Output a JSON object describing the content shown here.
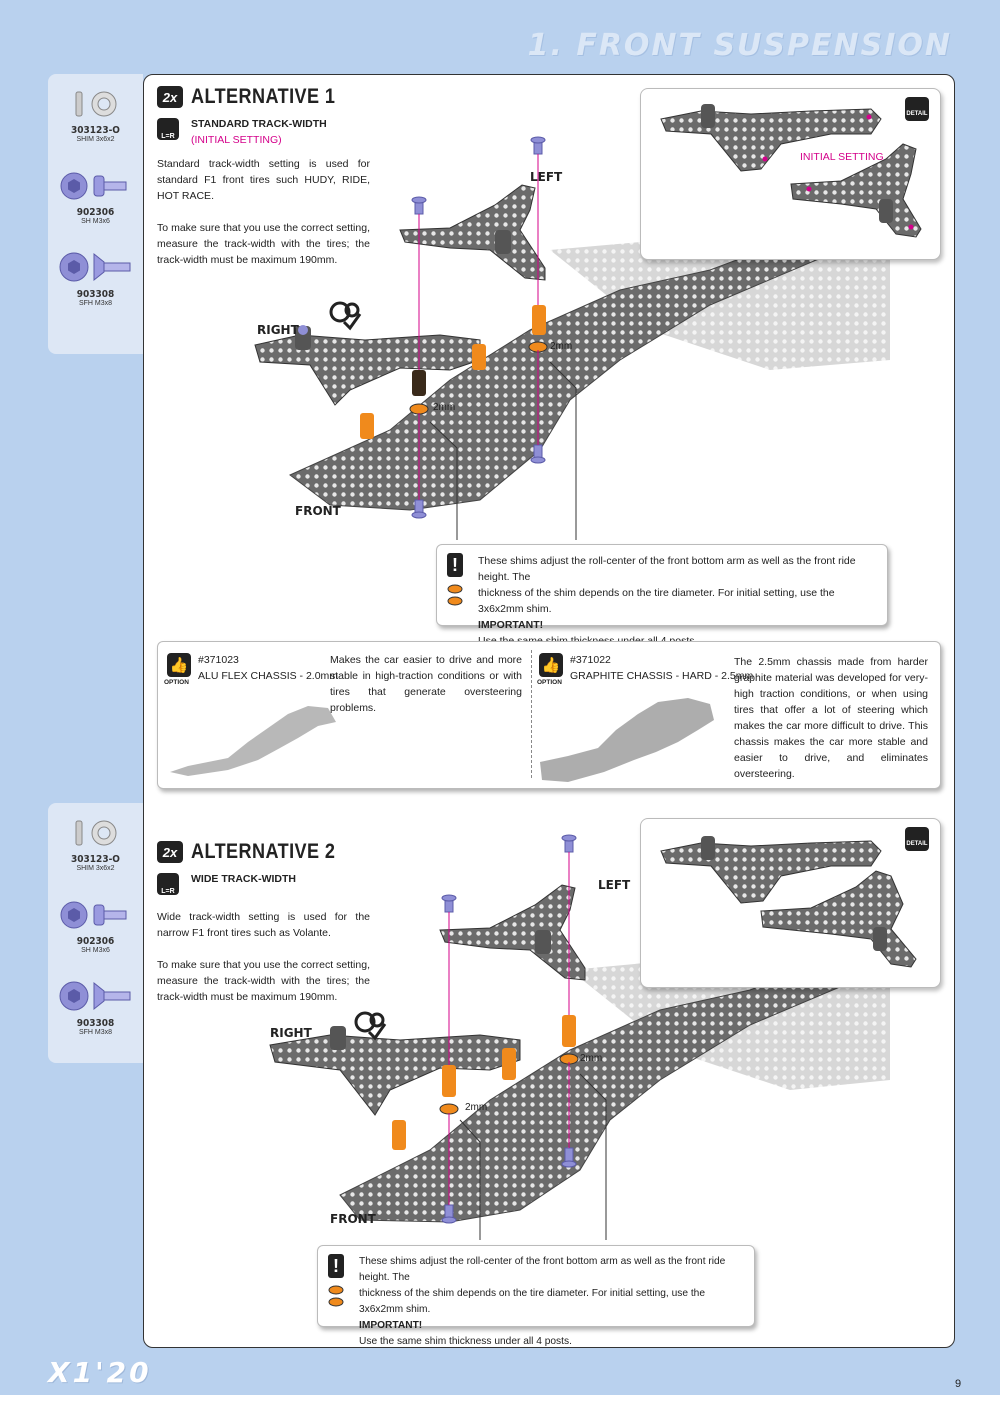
{
  "header": {
    "section_title": "1. FRONT SUSPENSION"
  },
  "sidebar": [
    {
      "code": "303123-O",
      "desc": "SHIM 3x6x2"
    },
    {
      "code": "902306",
      "desc": "SH M3x6"
    },
    {
      "code": "903308",
      "desc": "SFH M3x8"
    }
  ],
  "alt1": {
    "count": "2x",
    "title": "ALTERNATIVE 1",
    "lr": "L=R",
    "subtitle": "STANDARD TRACK-WIDTH",
    "subnote": "(INITIAL SETTING)",
    "para1": "Standard track-width setting is used for standard F1 front tires such HUDY, RIDE, HOT RACE.",
    "para2": "To make sure that you use the correct setting, measure the track-width with the tires; the track-width must be maximum 190mm.",
    "detail_label": "INITIAL SETTING",
    "detail_tag": "DETAIL",
    "label_left": "LEFT",
    "label_right": "RIGHT",
    "label_front": "FRONT",
    "shim_label": "2mm",
    "note": {
      "line1": "These shims adjust the roll-center of the front bottom arm as well as the front ride height. The",
      "line2": "thickness of the shim depends on the tire diameter. For initial setting, use the 3x6x2mm shim.",
      "important": "IMPORTANT!",
      "line3": "Use the same shim thickness under all 4 posts."
    }
  },
  "options": [
    {
      "tag": "OPTION",
      "number": "#371023",
      "name": "ALU FLEX CHASSIS - 2.0mm",
      "desc": "Makes the car easier to drive and more stable in high-traction conditions or with tires that generate oversteering problems."
    },
    {
      "tag": "OPTION",
      "number": "#371022",
      "name": "GRAPHITE CHASSIS - HARD - 2.5mm",
      "desc": "The 2.5mm chassis made from harder graphite material was developed for very-high traction conditions, or when using tires that offer a lot of steering which makes the car more difficult to drive. This chassis makes the car more stable and easier to drive, and eliminates oversteering."
    }
  ],
  "alt2": {
    "count": "2x",
    "title": "ALTERNATIVE 2",
    "lr": "L=R",
    "subtitle": "WIDE TRACK-WIDTH",
    "para1": "Wide track-width setting is used for the narrow F1 front tires such as Volante.",
    "para2": "To make sure that you use the correct setting, measure the track-width with the tires; the track-width must be maximum 190mm.",
    "detail_tag": "DETAIL",
    "label_left": "LEFT",
    "label_right": "RIGHT",
    "label_front": "FRONT",
    "shim_label": "2mm",
    "note": {
      "line1": "These shims adjust the roll-center of the front bottom arm as well as the front ride height. The",
      "line2": "thickness of the shim depends on the tire diameter. For initial setting, use the 3x6x2mm shim.",
      "important": "IMPORTANT!",
      "line3": "Use the same shim thickness under all 4 posts."
    }
  },
  "footer": {
    "logo": "X1'20",
    "page": "9"
  },
  "colors": {
    "band": "#b9d1ee",
    "accent": "#d4008a",
    "orange": "#f08a1c",
    "carbon": "#6e6e6e"
  }
}
